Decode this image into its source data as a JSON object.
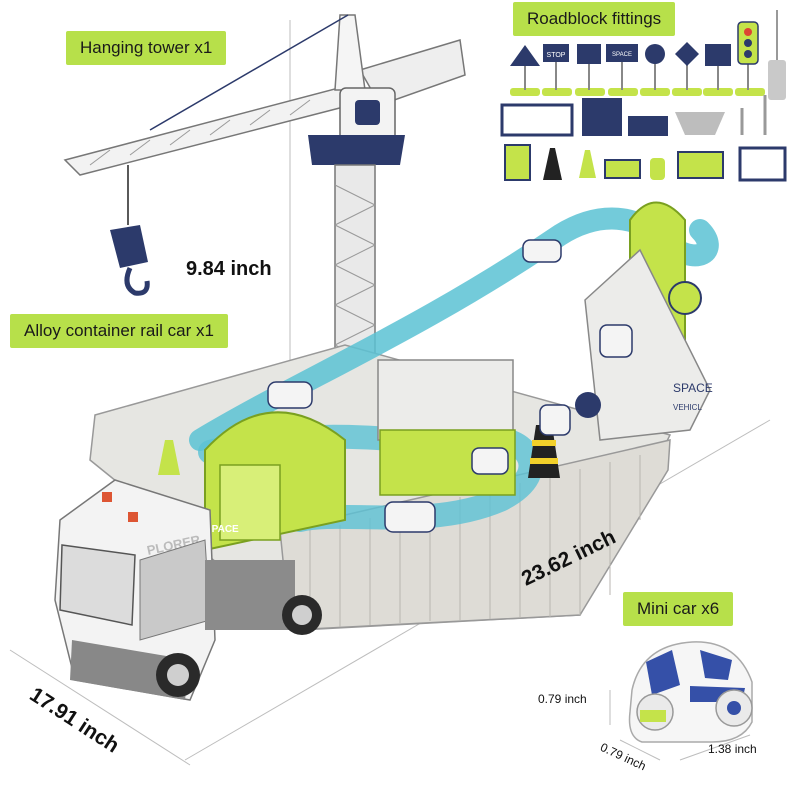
{
  "labels": {
    "hanging_tower": "Hanging tower x1",
    "roadblock_fittings": "Roadblock fittings",
    "alloy_container": "Alloy container rail car x1",
    "mini_car": "Mini car x6"
  },
  "dimensions": {
    "height": "9.84 inch",
    "length": "23.62 inch",
    "width": "17.91 inch",
    "car_height": "0.79 inch",
    "car_width": "0.79 inch",
    "car_length": "1.38 inch"
  },
  "printed_text": {
    "truck_brand": "PLORER",
    "trailer_logo": "SPACE",
    "ramp_logo": "SPACE",
    "ramp_sub": "VEHICL",
    "sign_stop": "STOP",
    "sign_space": "SPACE"
  },
  "colors": {
    "accent_green": "#b7e04a",
    "track_blue": "#5bc2d4",
    "navy": "#2c3a6b",
    "light_gray": "#e6e6e2"
  }
}
